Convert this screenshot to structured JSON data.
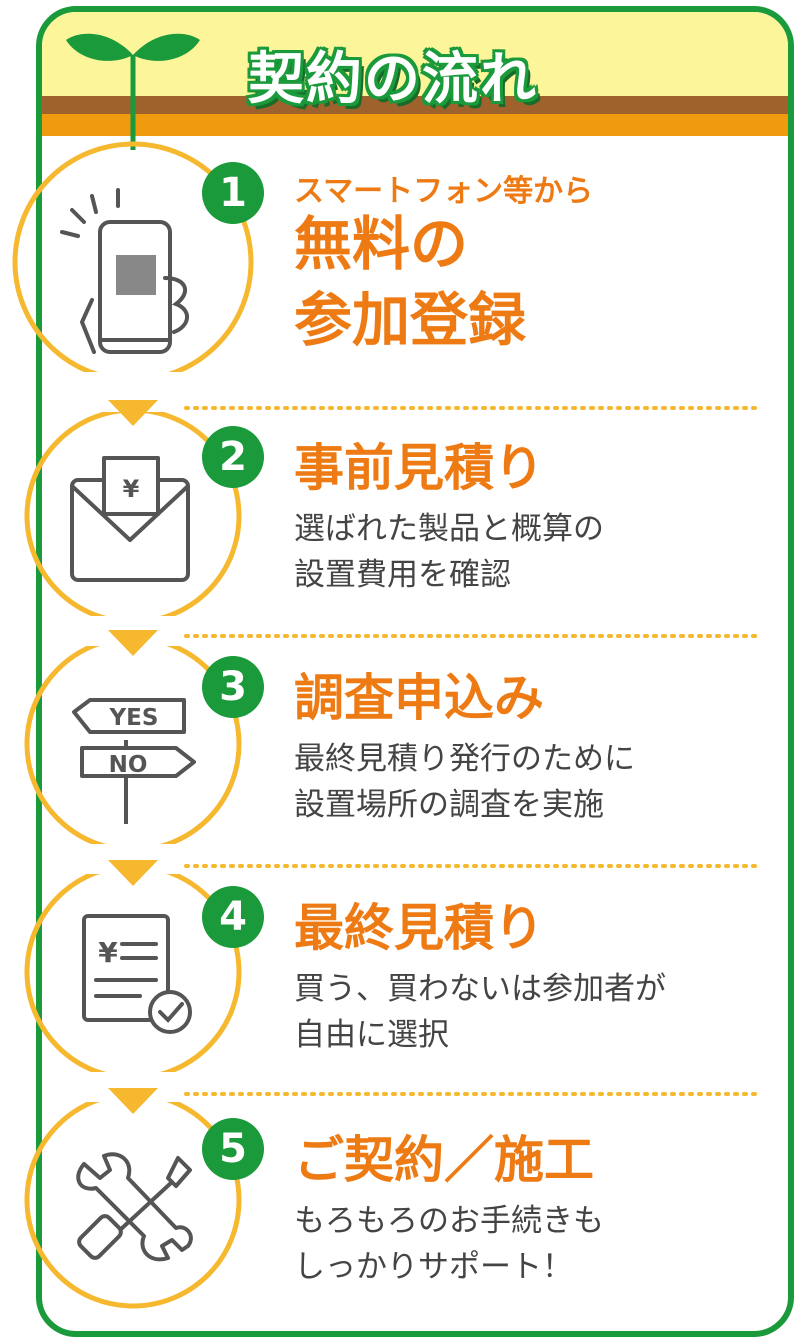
{
  "header": {
    "title": "契約の流れ"
  },
  "steps": [
    {
      "number": "1",
      "pre": "スマートフォン等から",
      "title_lines": [
        "無料の",
        "参加登録"
      ],
      "icon": "smartphone-qr-icon"
    },
    {
      "number": "2",
      "title": "事前見積り",
      "desc_lines": [
        "選ばれた製品と概算の",
        "設置費用を確認"
      ],
      "icon": "yen-envelope-icon"
    },
    {
      "number": "3",
      "title": "調査申込み",
      "desc_lines": [
        "最終見積り発行のために",
        "設置場所の調査を実施"
      ],
      "icon": "yes-no-signpost-icon",
      "sign_yes": "YES",
      "sign_no": "NO"
    },
    {
      "number": "4",
      "title": "最終見積り",
      "desc_lines": [
        "買う、買わないは参加者が",
        "自由に選択"
      ],
      "icon": "yen-invoice-check-icon",
      "yen": "¥"
    },
    {
      "number": "5",
      "title": "ご契約／施工",
      "desc_lines": [
        "もろもろのお手続きも",
        "しっかりサポート！"
      ],
      "icon": "wrench-screwdriver-icon"
    }
  ],
  "colors": {
    "green": "#1a9a3a",
    "orange": "#ee7a14",
    "yellow": "#f5b82e",
    "header": "#fdf59a",
    "soil": "#a0622d"
  }
}
